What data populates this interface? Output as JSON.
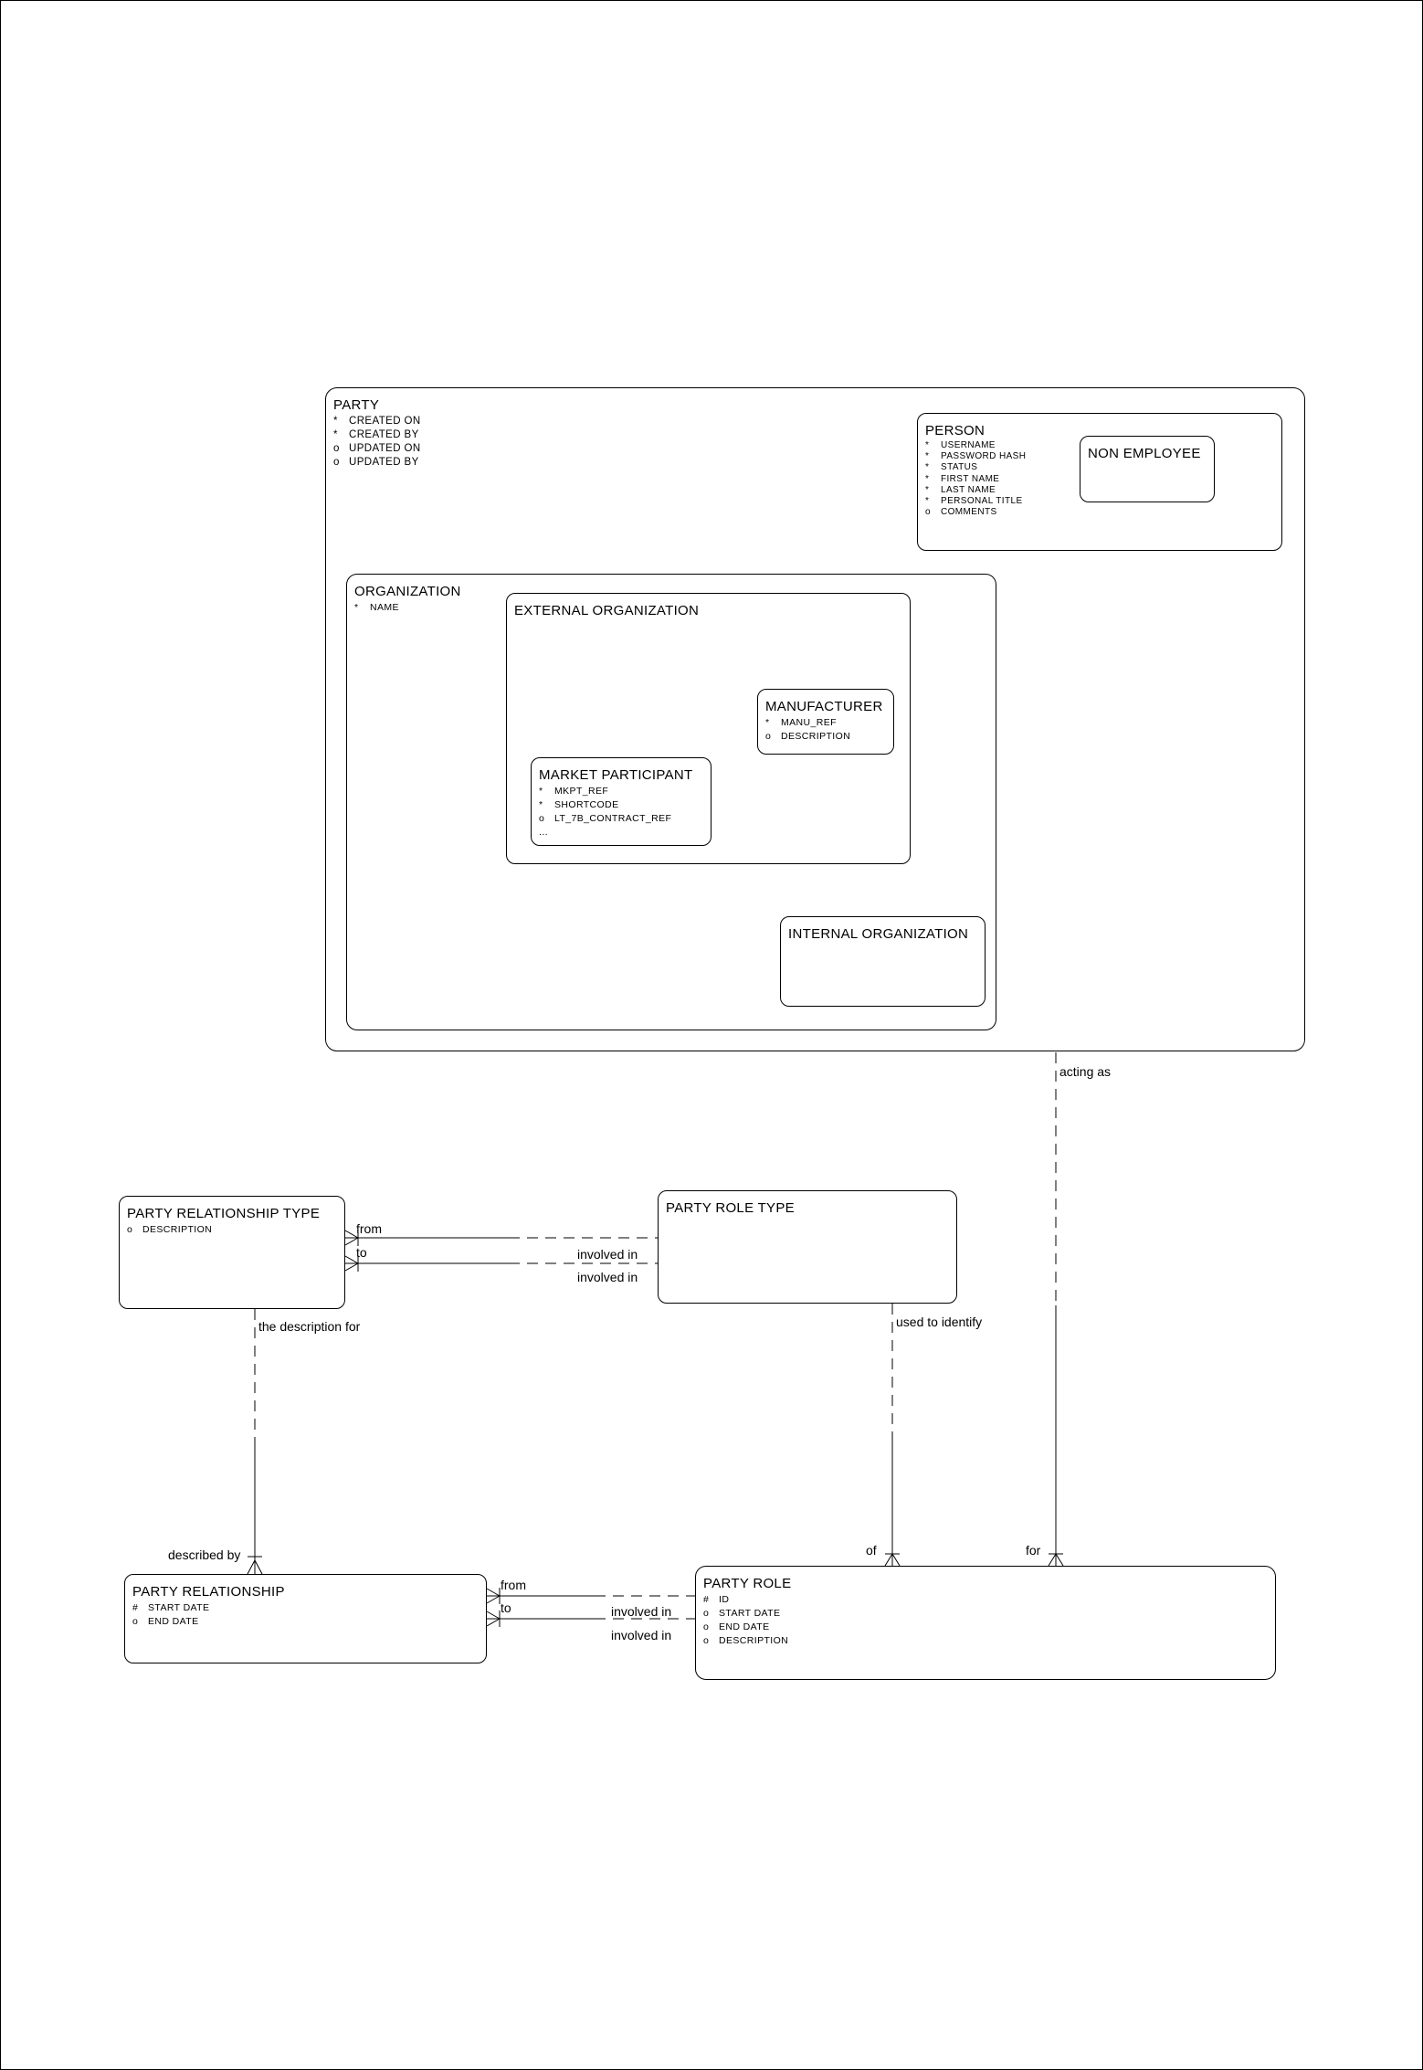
{
  "diagram": {
    "type": "entity-relationship-diagram",
    "colors": {
      "line": "#000000",
      "background": "#ffffff",
      "text": "#000000"
    }
  },
  "entities": {
    "party": {
      "title": "PARTY",
      "attrs": [
        {
          "p": "*",
          "n": "CREATED ON"
        },
        {
          "p": "*",
          "n": "CREATED BY"
        },
        {
          "p": "o",
          "n": "UPDATED ON"
        },
        {
          "p": "o",
          "n": "UPDATED BY"
        }
      ]
    },
    "person": {
      "title": "PERSON",
      "attrs": [
        {
          "p": "*",
          "n": "USERNAME"
        },
        {
          "p": "*",
          "n": "PASSWORD HASH"
        },
        {
          "p": "*",
          "n": "STATUS"
        },
        {
          "p": "*",
          "n": "FIRST NAME"
        },
        {
          "p": "*",
          "n": "LAST NAME"
        },
        {
          "p": "*",
          "n": "PERSONAL TITLE"
        },
        {
          "p": "o",
          "n": "COMMENTS"
        }
      ]
    },
    "non_employee": {
      "title": "NON EMPLOYEE",
      "attrs": []
    },
    "organization": {
      "title": "ORGANIZATION",
      "attrs": [
        {
          "p": "*",
          "n": "NAME"
        }
      ]
    },
    "external_organization": {
      "title": "EXTERNAL ORGANIZATION",
      "attrs": []
    },
    "manufacturer": {
      "title": "MANUFACTURER",
      "attrs": [
        {
          "p": "*",
          "n": "MANU_REF"
        },
        {
          "p": "o",
          "n": "DESCRIPTION"
        }
      ]
    },
    "market_participant": {
      "title": "MARKET PARTICIPANT",
      "attrs": [
        {
          "p": "*",
          "n": "MKPT_REF"
        },
        {
          "p": "*",
          "n": "SHORTCODE"
        },
        {
          "p": "o",
          "n": "LT_7B_CONTRACT_REF"
        },
        {
          "p": "...",
          "n": ""
        }
      ]
    },
    "internal_organization": {
      "title": "INTERNAL ORGANIZATION",
      "attrs": []
    },
    "party_relationship_type": {
      "title": "PARTY RELATIONSHIP TYPE",
      "attrs": [
        {
          "p": "o",
          "n": "DESCRIPTION"
        }
      ]
    },
    "party_role_type": {
      "title": "PARTY ROLE TYPE",
      "attrs": []
    },
    "party_relationship": {
      "title": "PARTY RELATIONSHIP",
      "attrs": [
        {
          "p": "#",
          "n": "START DATE"
        },
        {
          "p": "o",
          "n": "END DATE"
        }
      ]
    },
    "party_role": {
      "title": "PARTY ROLE",
      "attrs": [
        {
          "p": "#",
          "n": "ID"
        },
        {
          "p": "o",
          "n": "START DATE"
        },
        {
          "p": "o",
          "n": "END DATE"
        },
        {
          "p": "o",
          "n": "DESCRIPTION"
        }
      ]
    }
  },
  "labels": [
    {
      "text": "from"
    },
    {
      "text": "to"
    },
    {
      "text": "involved in"
    },
    {
      "text": "involved in"
    },
    {
      "text": "acting as"
    },
    {
      "text": "used to identify"
    },
    {
      "text": "the description for"
    },
    {
      "text": "described by"
    },
    {
      "text": "of"
    },
    {
      "text": "for"
    },
    {
      "text": "from"
    },
    {
      "text": "to"
    },
    {
      "text": "involved in"
    },
    {
      "text": "involved in"
    }
  ]
}
